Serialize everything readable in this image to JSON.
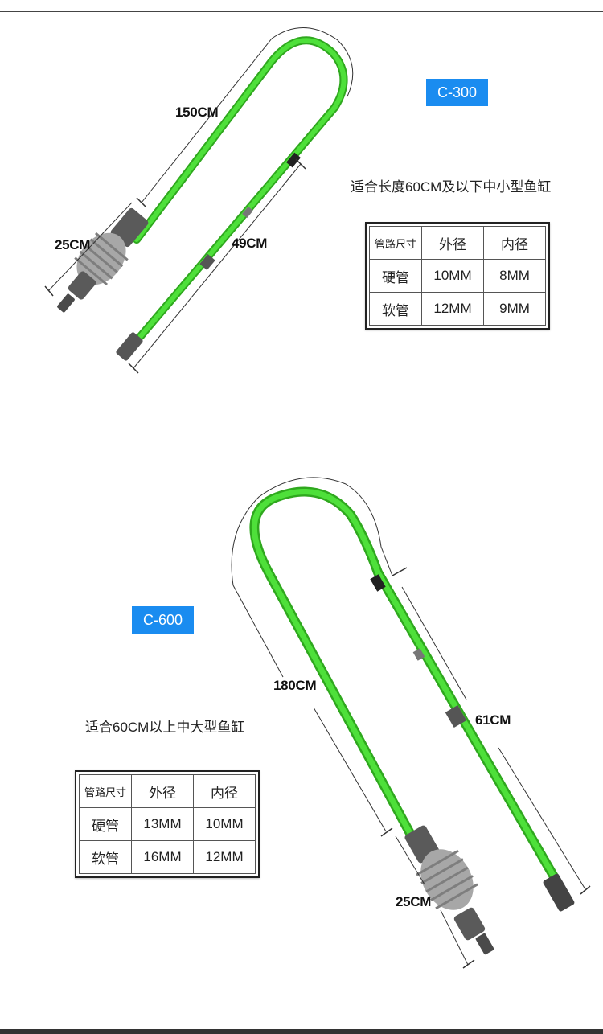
{
  "products": [
    {
      "model": "C-300",
      "suitability": "适合长度60CM及以下中小型鱼缸",
      "dimensions": {
        "tube_length": "150CM",
        "bulb_length": "25CM",
        "short_arm": "49CM"
      },
      "spec_table": {
        "header": [
          "管路尺寸",
          "外径",
          "内径"
        ],
        "rows": [
          [
            "硬管",
            "10MM",
            "8MM"
          ],
          [
            "软管",
            "12MM",
            "9MM"
          ]
        ]
      }
    },
    {
      "model": "C-600",
      "suitability": "适合60CM以上中大型鱼缸",
      "dimensions": {
        "tube_length": "180CM",
        "short_arm": "61CM",
        "bulb_length": "25CM"
      },
      "spec_table": {
        "header": [
          "管路尺寸",
          "外径",
          "内径"
        ],
        "rows": [
          [
            "硬管",
            "13MM",
            "10MM"
          ],
          [
            "软管",
            "16MM",
            "12MM"
          ]
        ]
      }
    }
  ],
  "colors": {
    "tube_green": "#3fd62a",
    "badge_blue": "#1a8cf0",
    "bulb_gray": "#9a9a9a",
    "fitting_dark": "#555555"
  }
}
